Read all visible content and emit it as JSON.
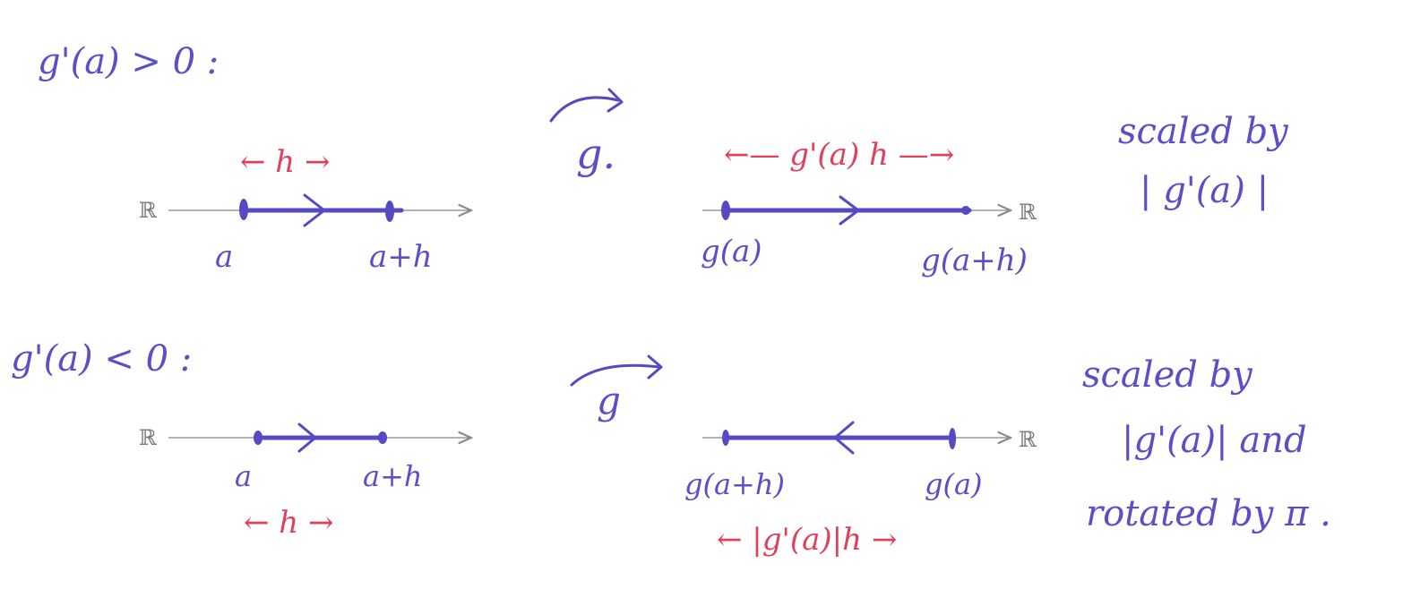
{
  "case_pos": {
    "condition": "g'(a) > 0 :",
    "map_label": "g.",
    "left": {
      "axis_label": "ℝ",
      "point_a": "a",
      "point_ah": "a+h",
      "width": "← h →"
    },
    "right": {
      "axis_label": "ℝ",
      "point_ga": "g(a)",
      "point_gah": "g(a+h)",
      "width": "←— g'(a) h —→"
    },
    "note": [
      "scaled by",
      "| g'(a) |"
    ]
  },
  "case_neg": {
    "condition": "g'(a) < 0 :",
    "map_label": "g",
    "left": {
      "axis_label": "ℝ",
      "point_a": "a",
      "point_ah": "a+h",
      "width": "← h →"
    },
    "right": {
      "axis_label": "ℝ",
      "point_gah": "g(a+h)",
      "point_ga": "g(a)",
      "width": "← |g'(a)|h →"
    },
    "note": [
      "scaled by",
      "|g'(a)| and",
      "rotated by π ."
    ]
  }
}
